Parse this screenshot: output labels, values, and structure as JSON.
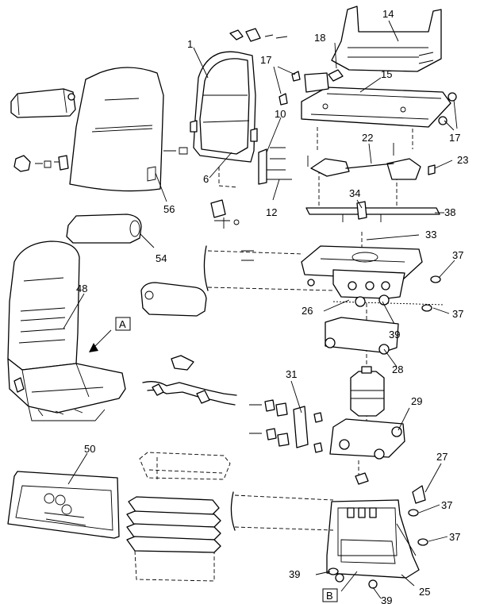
{
  "callouts": {
    "c1": "1",
    "c6": "6",
    "c10": "10",
    "c12": "12",
    "c14": "14",
    "c15": "15",
    "c17a": "17",
    "c17b": "17",
    "c18": "18",
    "c22": "22",
    "c23": "23",
    "c25": "25",
    "c26": "26",
    "c27": "27",
    "c28": "28",
    "c29": "29",
    "c31": "31",
    "c33": "33",
    "c34": "34",
    "c37a": "37",
    "c37b": "37",
    "c37c": "37",
    "c37d": "37",
    "c38": "38",
    "c39a": "39",
    "c39b": "39",
    "c39c": "39",
    "c48": "48",
    "c50": "50",
    "c54": "54",
    "c56": "56"
  },
  "view_markers": {
    "a": "A",
    "b": "B"
  }
}
